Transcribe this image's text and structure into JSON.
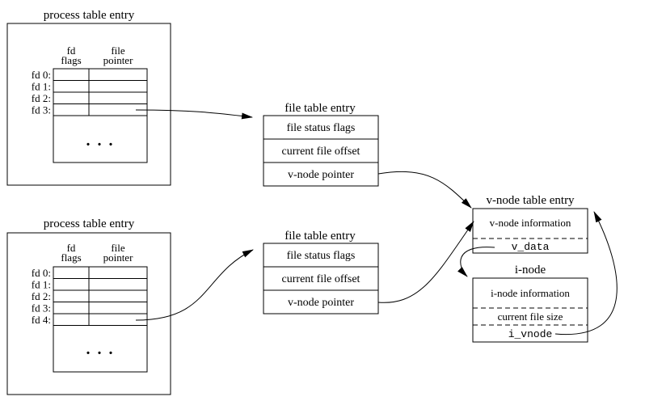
{
  "process_table_1": {
    "title": "process table entry",
    "col_fd_flags": [
      "fd",
      "flags"
    ],
    "col_file_pointer": [
      "file",
      "pointer"
    ],
    "rows": [
      "fd 0:",
      "fd 1:",
      "fd 2:",
      "fd 3:"
    ],
    "ellipsis": ". . ."
  },
  "process_table_2": {
    "title": "process table entry",
    "col_fd_flags": [
      "fd",
      "flags"
    ],
    "col_file_pointer": [
      "file",
      "pointer"
    ],
    "rows": [
      "fd 0:",
      "fd 1:",
      "fd 2:",
      "fd 3:",
      "fd 4:"
    ],
    "ellipsis": ". . ."
  },
  "file_table_1": {
    "title": "file table entry",
    "fields": [
      "file status flags",
      "current file offset",
      "v-node pointer"
    ]
  },
  "file_table_2": {
    "title": "file table entry",
    "fields": [
      "file status flags",
      "current file offset",
      "v-node pointer"
    ]
  },
  "vnode_table": {
    "title": "v-node table entry",
    "info": "v-node information",
    "data_field": "v_data"
  },
  "inode": {
    "title": "i-node",
    "info": "i-node information",
    "size": "current file size",
    "vnode_field": "i_vnode"
  },
  "colors": {
    "ink": "#000000",
    "background": "#ffffff"
  }
}
